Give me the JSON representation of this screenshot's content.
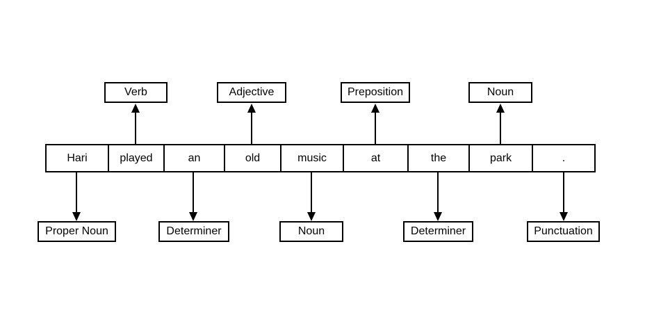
{
  "diagram": {
    "colors": {
      "background": "#ffffff",
      "box_border": "#000000",
      "text": "#000000",
      "arrow": "#000000"
    },
    "sentence_words": [
      "Hari",
      "played",
      "an",
      "old",
      "music",
      "at",
      "the",
      "park",
      "."
    ],
    "tags_above": [
      {
        "label": "Verb",
        "points_from_word": "played"
      },
      {
        "label": "Adjective",
        "points_from_word": "old"
      },
      {
        "label": "Preposition",
        "points_from_word": "at"
      },
      {
        "label": "Noun",
        "points_from_word": "park"
      }
    ],
    "tags_below": [
      {
        "label": "Proper Noun",
        "points_from_word": "Hari"
      },
      {
        "label": "Determiner",
        "points_from_word": "an"
      },
      {
        "label": "Noun",
        "points_from_word": "music"
      },
      {
        "label": "Determiner",
        "points_from_word": "the"
      },
      {
        "label": "Punctuation",
        "points_from_word": "."
      }
    ]
  }
}
